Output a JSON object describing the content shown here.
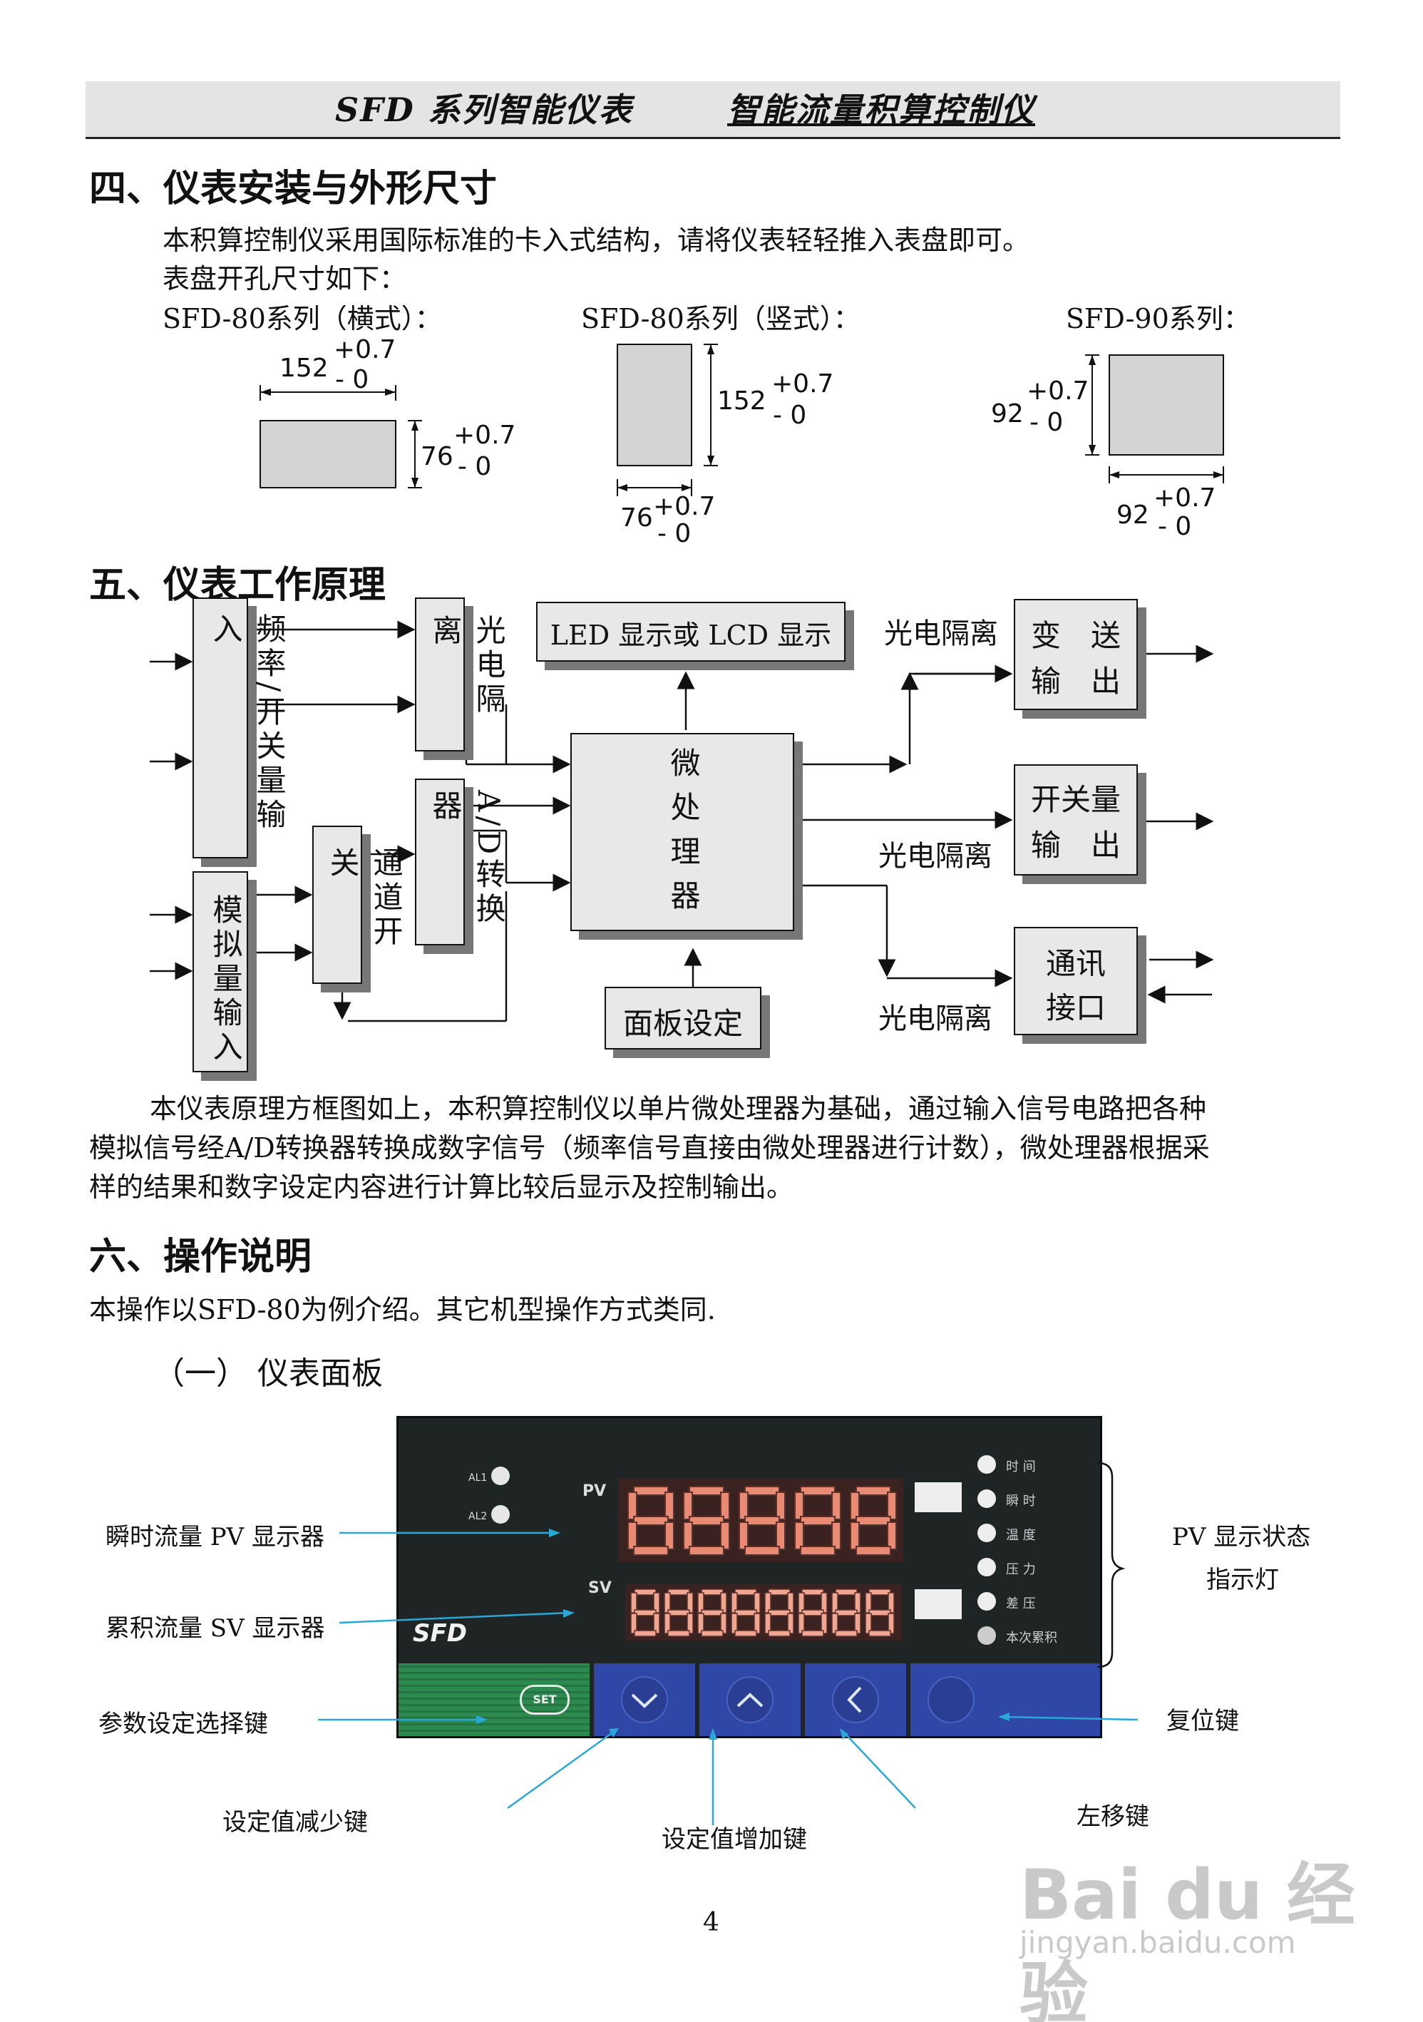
{
  "header": {
    "series": "SFD 系列智能仪表",
    "product": "智能流量积算控制仪"
  },
  "sec4": {
    "title": "四、仪表安装与外形尺寸",
    "line1": "本积算控制仪采用国际标准的卡入式结构，请将仪表轻轻推入表盘即可。",
    "line2": "表盘开孔尺寸如下：",
    "h80_label": "SFD-80系列（横式）：",
    "v80_label": "SFD-80系列（竖式）：",
    "s90_label": "SFD-90系列：",
    "tol_plus": "+0.7",
    "tol_minus": "- 0",
    "d152": "152",
    "d76": "76",
    "d92": "92"
  },
  "sec5": {
    "title": "五、仪表工作原理",
    "freq_input": "频率/开关量输入",
    "analog_input": "模拟量输入",
    "photo_iso": "光电隔离",
    "ad_conv": "A/D转换器",
    "channel_sw": "通道开关",
    "display": "LED 显示或 LCD 显示",
    "mcu": "微处理器",
    "panel_set": "面板设定",
    "transmit_a": "变　送",
    "transmit_b": "输　出",
    "switch_a": "开关量",
    "switch_b": "输　出",
    "comm_a": "通讯",
    "comm_b": "接口",
    "iso_top": "光电隔离",
    "iso_mid": "光电隔离",
    "iso_bot": "光电隔离",
    "para_l1": "本仪表原理方框图如上，本积算控制仪以单片微处理器为基础，通过输入信号电路把各种",
    "para_l2": "模拟信号经A/D转换器转换成数字信号（频率信号直接由微处理器进行计数），微处理器根据采",
    "para_l3": "样的结果和数字设定内容进行计算比较后显示及控制输出。"
  },
  "sec6": {
    "title": "六、操作说明",
    "intro": "本操作以SFD-80为例介绍。其它机型操作方式类同.",
    "sub1": "（一）  仪表面板"
  },
  "panel": {
    "al1": "AL1",
    "al2": "AL2",
    "pv": "PV",
    "sv": "SV",
    "brand": "SFD",
    "set_key": "SET",
    "leds": [
      "时 间",
      "瞬 时",
      "温 度",
      "压 力",
      "差 压",
      "本次累积"
    ],
    "colors": {
      "panel": "#1e2524",
      "digit_pv": "#e98b74",
      "digit_sv": "#f0a690",
      "key_green": "#2d8a4e",
      "key_blue": "#2f48a8"
    }
  },
  "annotations": {
    "pv_display": "瞬时流量 PV 显示器",
    "sv_display": "累积流量 SV 显示器",
    "param_key": "参数设定选择键",
    "dec_key": "设定值减少键",
    "inc_key": "设定值增加键",
    "left_key": "左移键",
    "reset_key": "复位键",
    "pv_status_1": "PV 显示状态",
    "pv_status_2": "指示灯"
  },
  "page_number": "4",
  "watermark": {
    "brand": "Bai du 经验",
    "url": "jingyan.baidu.com"
  }
}
